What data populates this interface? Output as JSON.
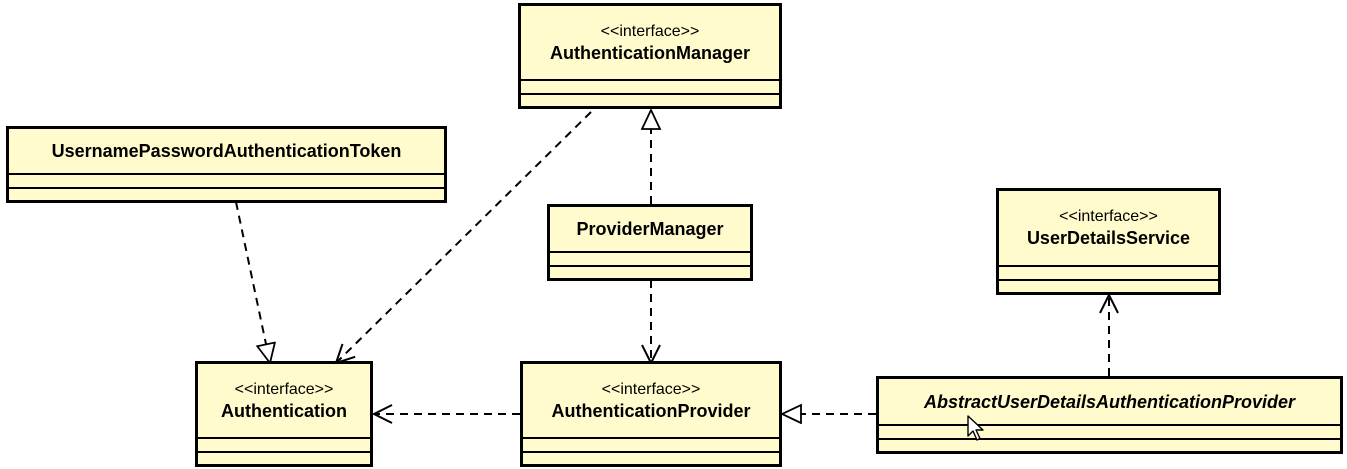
{
  "diagram": {
    "classes": [
      {
        "id": "authentication-manager",
        "stereotype": "<<interface>>",
        "name": "AuthenticationManager",
        "abstract": false
      },
      {
        "id": "username-password-authentication-token",
        "stereotype": "",
        "name": "UsernamePasswordAuthenticationToken",
        "abstract": false
      },
      {
        "id": "provider-manager",
        "stereotype": "",
        "name": "ProviderManager",
        "abstract": false
      },
      {
        "id": "user-details-service",
        "stereotype": "<<interface>>",
        "name": "UserDetailsService",
        "abstract": false
      },
      {
        "id": "authentication",
        "stereotype": "<<interface>>",
        "name": "Authentication",
        "abstract": false
      },
      {
        "id": "authentication-provider",
        "stereotype": "<<interface>>",
        "name": "AuthenticationProvider",
        "abstract": false
      },
      {
        "id": "abstract-user-details-authentication-provider",
        "stereotype": "",
        "name": "AbstractUserDetailsAuthenticationProvider",
        "abstract": true
      }
    ],
    "relations": [
      {
        "from": "username-password-authentication-token",
        "to": "authentication",
        "type": "realization"
      },
      {
        "from": "authentication-manager",
        "to": "authentication",
        "type": "dependency"
      },
      {
        "from": "provider-manager",
        "to": "authentication-manager",
        "type": "realization"
      },
      {
        "from": "provider-manager",
        "to": "authentication-provider",
        "type": "dependency"
      },
      {
        "from": "authentication-provider",
        "to": "authentication",
        "type": "dependency"
      },
      {
        "from": "abstract-user-details-authentication-provider",
        "to": "authentication-provider",
        "type": "realization"
      },
      {
        "from": "abstract-user-details-authentication-provider",
        "to": "user-details-service",
        "type": "dependency"
      }
    ],
    "colors": {
      "class_fill": "#fffbcc",
      "stroke": "#000000",
      "background": "#ffffff"
    }
  }
}
